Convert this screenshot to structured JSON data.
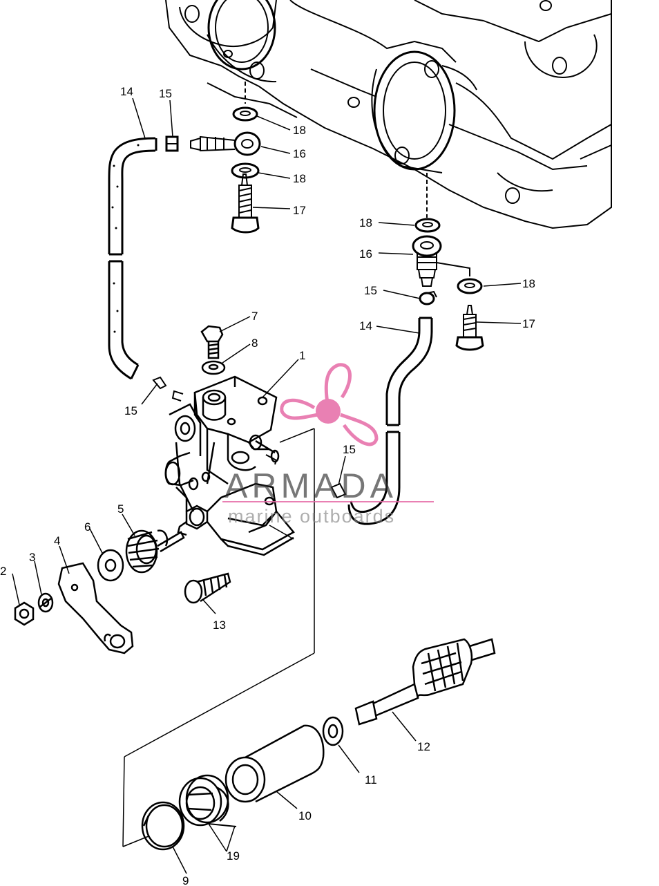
{
  "watermark": {
    "brand": "ARMADA",
    "tagline": "marine outboards",
    "brand_color": "#2b2b2b",
    "accent_color": "#e66aa6"
  },
  "labels": {
    "l1": "1",
    "l2": "2",
    "l3": "3",
    "l4": "4",
    "l5": "5",
    "l6": "6",
    "l7": "7",
    "l8": "8",
    "l9": "9",
    "l10": "10",
    "l11": "11",
    "l12": "12",
    "l13": "13",
    "l14a": "14",
    "l14b": "14",
    "l15a": "15",
    "l15b": "15",
    "l15c": "15",
    "l15d": "15",
    "l16a": "16",
    "l16b": "16",
    "l17a": "17",
    "l17b": "17",
    "l18a": "18",
    "l18b": "18",
    "l18c": "18",
    "l18d": "18",
    "l19": "19"
  }
}
